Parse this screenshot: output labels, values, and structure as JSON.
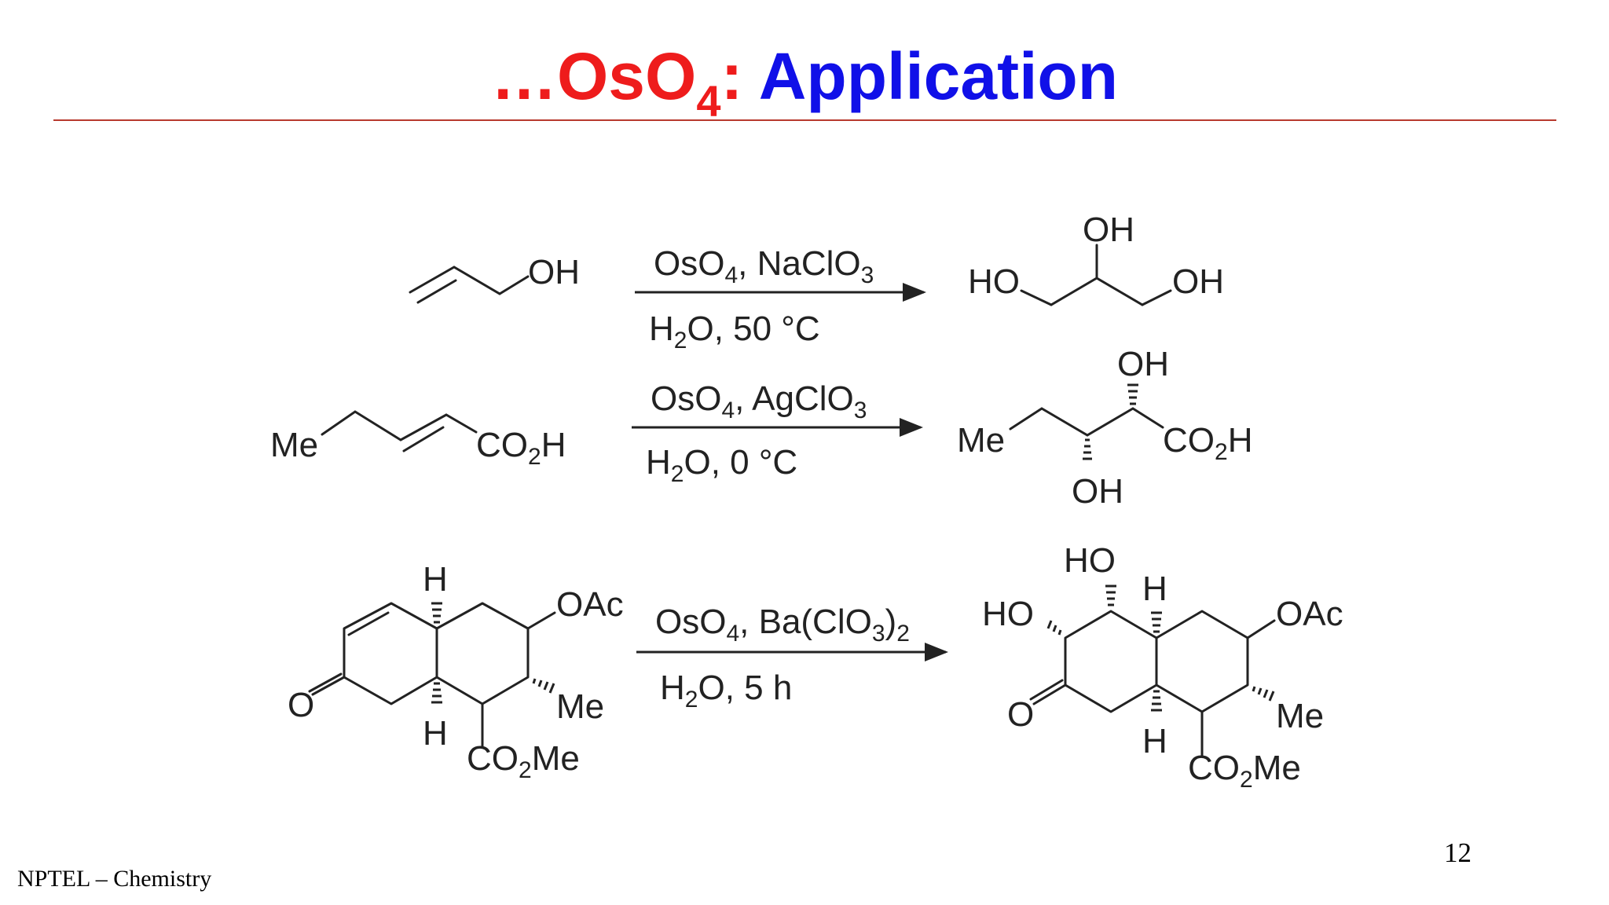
{
  "slide": {
    "title_prefix": "…OsO",
    "title_subscript": "4",
    "title_colon": ":",
    "title_rest": "Application",
    "colors": {
      "title_red": "#ee1c1c",
      "title_blue": "#1010e8",
      "rule": "#b83a2e"
    },
    "page_number": "12",
    "footer": "NPTEL – Chemistry"
  },
  "reactions": [
    {
      "reactant_labels": [
        "OH"
      ],
      "reagent_top": [
        "OsO",
        "4",
        ", NaClO",
        "3"
      ],
      "reagent_bottom": [
        "H",
        "2",
        "O, 50 °C"
      ],
      "product_labels": [
        "OH",
        "HO",
        "OH"
      ]
    },
    {
      "reactant_labels": [
        "Me",
        "CO",
        "2",
        "H"
      ],
      "reagent_top": [
        "OsO",
        "4",
        ", AgClO",
        "3"
      ],
      "reagent_bottom": [
        "H",
        "2",
        "O, 0 °C"
      ],
      "product_labels": [
        "OH",
        "Me",
        "CO",
        "2",
        "H",
        "OH"
      ]
    },
    {
      "reactant_labels": [
        "H",
        "OAc",
        "O",
        "Me",
        "H",
        "CO",
        "2",
        "Me"
      ],
      "reagent_top": [
        "OsO",
        "4",
        ", Ba(ClO",
        "3",
        ")",
        "2"
      ],
      "reagent_bottom": [
        "H",
        "2",
        "O, 5 h"
      ],
      "product_labels": [
        "HO",
        "H",
        "HO",
        "OAc",
        "O",
        "Me",
        "H",
        "CO",
        "2",
        "Me"
      ]
    }
  ]
}
